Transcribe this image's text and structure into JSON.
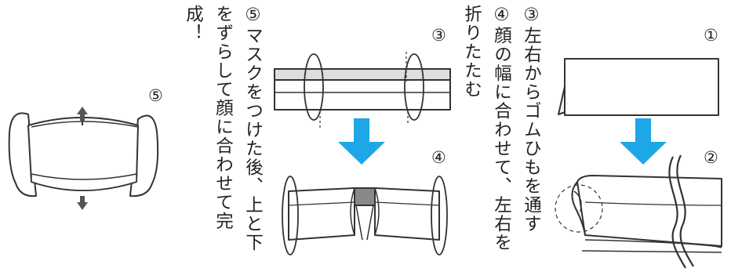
{
  "instructions": {
    "step3": {
      "number": "③",
      "text": "左右からゴムひもを通す"
    },
    "step4": {
      "number": "④",
      "text": "顔の幅に合わせて、左右を",
      "text_cont": "折りたたむ"
    },
    "step5": {
      "number": "⑤",
      "text": "マスクをつけた後、上と下",
      "text_cont1": "をずらして顔に合わせて完",
      "text_cont2": "成！"
    }
  },
  "labels": {
    "fig1": "①",
    "fig2": "②",
    "fig3": "③",
    "fig4": "④",
    "fig5": "⑤"
  },
  "colors": {
    "arrow": "#1ea7e6",
    "line": "#333333",
    "band": "#dedede",
    "center": "#888888"
  }
}
